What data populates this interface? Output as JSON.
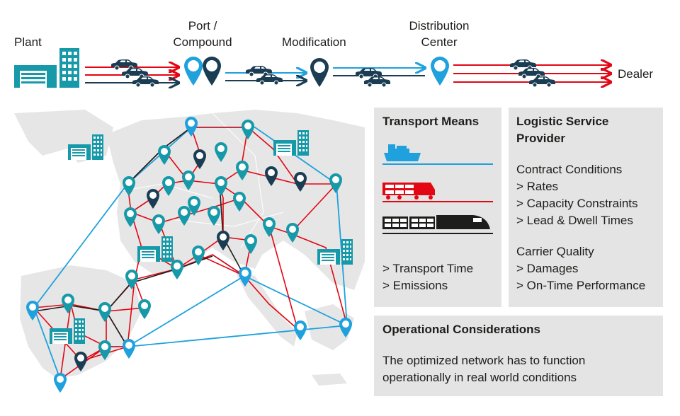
{
  "flow": {
    "plant": "Plant",
    "port": "Port /",
    "compound": "Compound",
    "modification": "Modification",
    "distribution": "Distribution",
    "center": "Center",
    "dealer": "Dealer"
  },
  "transport_panel": {
    "title": "Transport Means",
    "bullets": [
      "> Transport Time",
      "> Emissions"
    ]
  },
  "lsp_panel": {
    "title_line1": "Logistic Service",
    "title_line2": "Provider",
    "contract_heading": "Contract Conditions",
    "contract_items": [
      "> Rates",
      "> Capacity Constraints",
      "> Lead & Dwell Times"
    ],
    "carrier_heading": "Carrier Quality",
    "carrier_items": [
      "> Damages",
      "> On-Time Performance"
    ]
  },
  "operational_panel": {
    "title": "Operational Considerations",
    "line1": "The optimized network has to function",
    "line2": "operationally in real world conditions"
  },
  "colors": {
    "red": "#e30613",
    "light_blue": "#1ea1dc",
    "dark_navy": "#1b3d53",
    "teal": "#1699a8",
    "panel_grey": "#e4e4e4",
    "map_grey": "#e8e8e8"
  }
}
